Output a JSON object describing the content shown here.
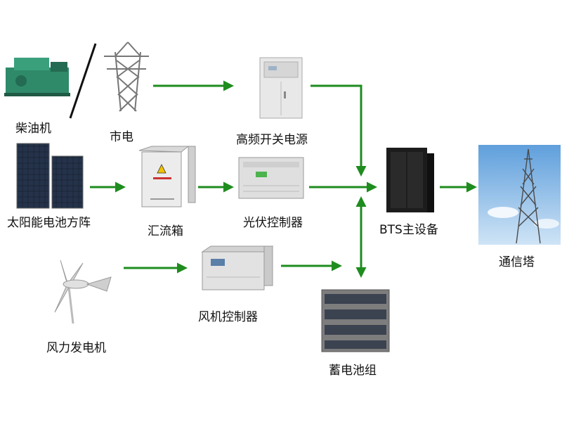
{
  "nodes": {
    "diesel": {
      "label": "柴油机"
    },
    "grid": {
      "label": "市电"
    },
    "hf_power": {
      "label": "高频开关电源"
    },
    "solar": {
      "label": "太阳能电池方阵"
    },
    "combiner": {
      "label": "汇流箱"
    },
    "pv_ctrl": {
      "label": "光伏控制器"
    },
    "bts": {
      "label": "BTS主设备"
    },
    "tower": {
      "label": "通信塔"
    },
    "wind_turbine": {
      "label": "风力发电机"
    },
    "wind_ctrl": {
      "label": "风机控制器"
    },
    "battery": {
      "label": "蓄电池组"
    }
  },
  "colors": {
    "arrow": "#1e8c1e",
    "panel": "#1a2436",
    "cabinet": "#e6e6e6",
    "sky": "#7fb6e8"
  }
}
